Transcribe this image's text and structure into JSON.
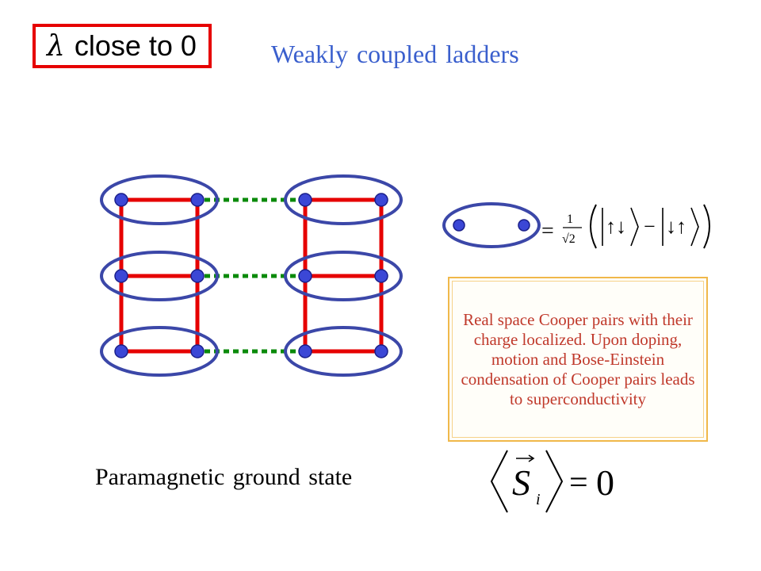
{
  "header": {
    "lambda_symbol": "λ",
    "lambda_text": "close to",
    "lambda_value": "0",
    "title": "Weakly coupled ladders"
  },
  "legend": {
    "equals": "=",
    "coefficient_numerator": "1",
    "coefficient_denominator": "√2",
    "ket1": "↑↓",
    "minus": "−",
    "ket2": "↓↑"
  },
  "info": {
    "text": "Real space Cooper pairs with their charge localized. Upon doping, motion and Bose-Einstein condensation of Cooper pairs leads to superconductivity"
  },
  "caption": "Paramagnetic ground state",
  "formula": {
    "spin_symbol": "S",
    "subscript": "i",
    "equals": "=",
    "value": "0"
  },
  "colors": {
    "rung_color": "#e60000",
    "site_color": "#3b47d6",
    "site_outline": "#1a1f8a",
    "ellipse_color": "#3b47a8",
    "coupling_color": "#0a8a0a",
    "title_color": "#3a5fcd",
    "info_text_color": "#c0392b",
    "info_border_color": "#f0b84a"
  }
}
